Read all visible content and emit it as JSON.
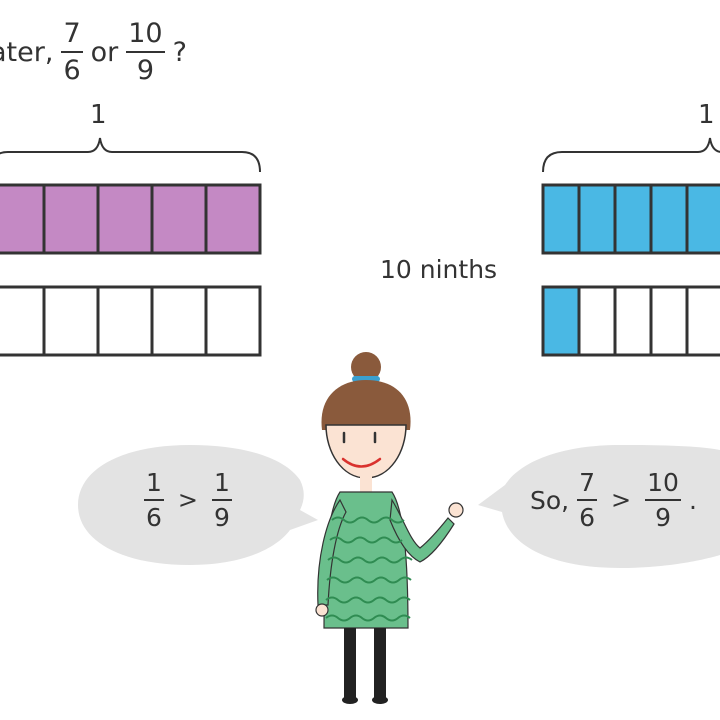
{
  "question": {
    "prefix": "ater,",
    "first": {
      "num": "7",
      "den": "6"
    },
    "connector": "or",
    "second": {
      "num": "10",
      "den": "9"
    },
    "suffix": "?"
  },
  "left_model": {
    "whole_label": "1",
    "top_fill_color": "#c489c4",
    "top_shaded_parts": 5,
    "bottom_shaded_parts": 0
  },
  "right_model": {
    "whole_label": "1",
    "side_label": "10 ninths",
    "top_fill_color": "#4ab8e4",
    "top_shaded_parts": 5,
    "bottom_shaded_parts": 1
  },
  "left_bubble": {
    "a": {
      "num": "1",
      "den": "6"
    },
    "op": ">",
    "b": {
      "num": "1",
      "den": "9"
    }
  },
  "right_bubble": {
    "prefix": "So,",
    "a": {
      "num": "7",
      "den": "6"
    },
    "op": ">",
    "b": {
      "num": "10",
      "den": "9"
    },
    "suffix": "."
  },
  "colors": {
    "bubble": "#e3e3e3",
    "outline": "#333333",
    "sweater": "#6abf8c",
    "hair": "#8a5a3c",
    "hairband": "#3aa0d0"
  }
}
